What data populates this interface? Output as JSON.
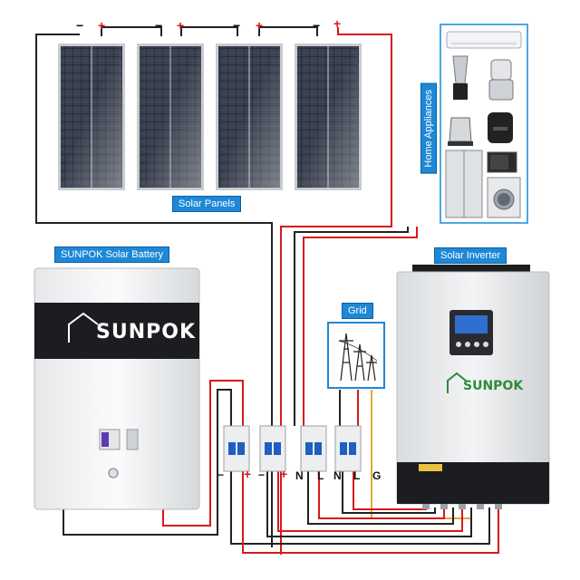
{
  "labels": {
    "solar_panels": "Solar Panels",
    "battery": "SUNPOK Solar Battery",
    "inverter": "Solar Inverter",
    "grid": "Grid",
    "home_appliances": "Home Appliances"
  },
  "brand": {
    "battery_logo": "SUNPOK",
    "inverter_logo": "SUNPOK"
  },
  "panel_terminals": [
    {
      "neg": "−",
      "pos": "+"
    },
    {
      "neg": "−",
      "pos": "+"
    },
    {
      "neg": "−",
      "pos": "+"
    },
    {
      "neg": "−",
      "pos": "+"
    }
  ],
  "breaker_terminals": [
    {
      "left": "−",
      "right": "+"
    },
    {
      "left": "−",
      "right": "+"
    },
    {
      "left": "N",
      "right": "L"
    },
    {
      "left": "N",
      "right": "L",
      "extra": "G"
    }
  ],
  "colors": {
    "positive_wire": "#d8181c",
    "negative_wire": "#222222",
    "ground_wire": "#e8a53a",
    "label_bg": "#1e88d6",
    "panel_frame": "#c8ccd0",
    "panel_cell": "#2a2f3a"
  }
}
